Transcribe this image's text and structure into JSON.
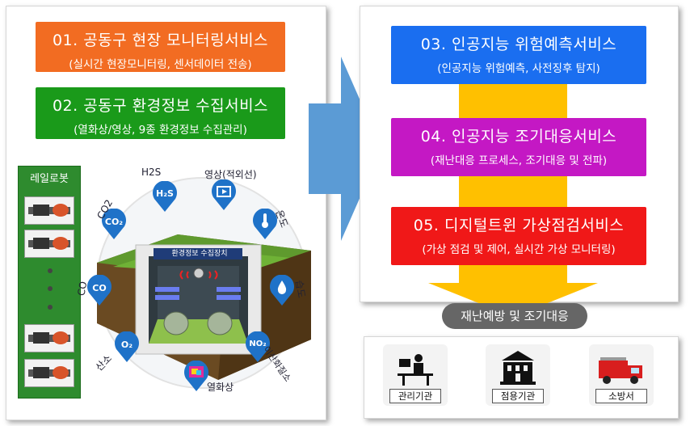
{
  "left_services": [
    {
      "title": "01. 공동구 현장 모니터링서비스",
      "sub": "(실시간 현장모니터링, 센서데이터 전송)",
      "color": "#f26c22"
    },
    {
      "title": "02. 공동구 환경정보 수집서비스",
      "sub": "(열화상/영상, 9종 환경정보 수집관리)",
      "color": "#1a9a1a"
    }
  ],
  "right_services": [
    {
      "title": "03. 인공지능 위험예측서비스",
      "sub": "(인공지능 위험예측, 사전징후 탐지)",
      "color": "#1a6ef0"
    },
    {
      "title": "04. 인공지능 조기대응서비스",
      "sub": "(재난대응 프로세스, 조기대응 및 전파)",
      "color": "#c418c4"
    },
    {
      "title": "05. 디지털트윈 가상점검서비스",
      "sub": "(가상 점검 및 제어, 실시간 가상 모니터링)",
      "color": "#f01818"
    }
  ],
  "robot": {
    "title": "레일로봇"
  },
  "sensors": {
    "h2s_label": "H2S",
    "h2s_icon": "H₂S",
    "video_label": "영상(적외선)",
    "co2_label": "CO2",
    "co2_icon": "CO₂",
    "temp_label": "온도",
    "co_label": "CO",
    "co_icon": "CO",
    "humidity_label": "습도",
    "o2_label": "산소",
    "o2_icon": "O₂",
    "no2_label": "이산화질소",
    "no2_icon": "NO₂",
    "thermal_label": "열화상",
    "device_label": "환경정보 수집장치"
  },
  "result_banner": "재난예방 및 조기대응",
  "institutions": [
    "관리기관",
    "점용기관",
    "소방서"
  ],
  "colors": {
    "arrow": "#5b9bd5",
    "pillar": "#ffc000",
    "banner": "#666666",
    "pin": "#1f72c8"
  }
}
